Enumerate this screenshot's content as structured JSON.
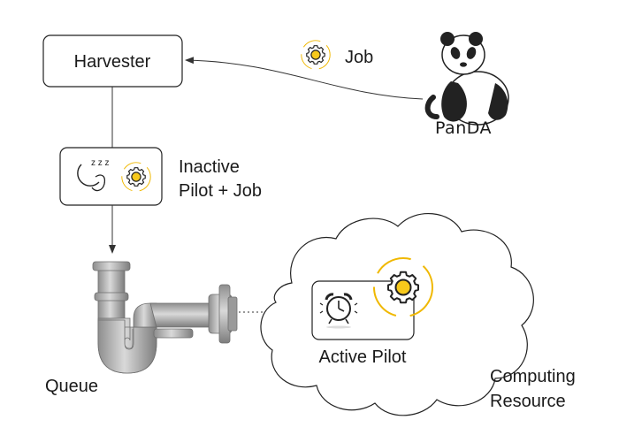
{
  "harvester": {
    "label": "Harvester"
  },
  "job": {
    "label": "Job"
  },
  "panda": {
    "logo_text": "PanDA"
  },
  "inactive": {
    "line1": "Inactive",
    "line2": "Pilot + Job",
    "sleep_glyph": "z z z"
  },
  "queue": {
    "label": "Queue"
  },
  "active_pilot": {
    "label": "Active Pilot"
  },
  "computing": {
    "line1": "Computing",
    "line2": "Resource"
  },
  "colors": {
    "accent": "#f0b800",
    "gear_fill": "#f7c91b",
    "stroke": "#222222",
    "pipe": "#a9a9a9"
  },
  "icons": [
    "gear-icon",
    "panda-icon",
    "sleep-icon",
    "alarm-clock-icon",
    "pipe-icon",
    "cloud-icon"
  ]
}
